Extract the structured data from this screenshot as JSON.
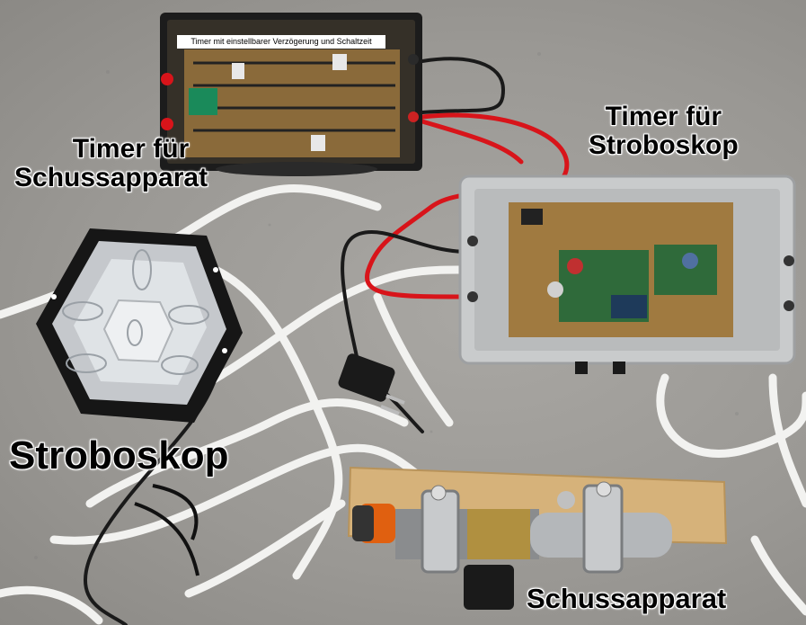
{
  "labels": {
    "timer_schuss_line1": "Timer für",
    "timer_schuss_line2": "Schussapparat",
    "timer_strobo_line1": "Timer für",
    "timer_strobo_line2": "Stroboskop",
    "stroboskop": "Stroboskop",
    "schussapparat": "Schussapparat"
  },
  "box_label": "Timer mit einstellbarer Verzögerung und Schaltzeit",
  "colors": {
    "floor": "#9c9a96",
    "cable_white": "#f2f2f0",
    "cable_red": "#d8141a",
    "cable_black": "#1a1a1a",
    "wood": "#d6b27a"
  }
}
